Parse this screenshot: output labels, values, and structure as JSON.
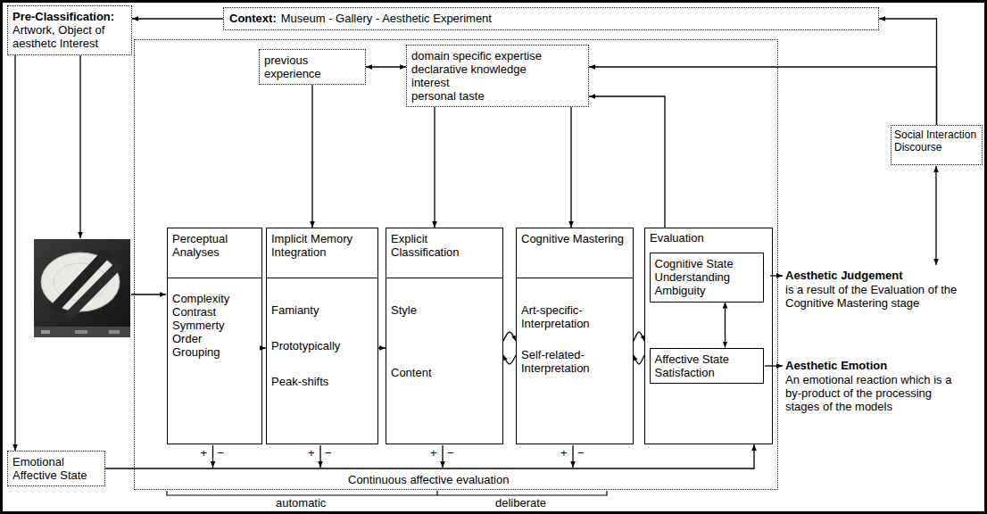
{
  "diagram": {
    "nodes": [
      {
        "text": [
          "Pre-Classification:",
          "Artwork, Object of aesthetc Interest"
        ]
      },
      {
        "text": [
          "Context:",
          "Museum - Gallery - Aesthetic Experiment"
        ]
      },
      {
        "text": [
          "Continuous affective evaluation"
        ]
      },
      {
        "text": [
          "previous experience"
        ],
        "in": 2
      },
      {
        "text": [
          "domain specific expertise",
          "declarative knowledge",
          "interest",
          "personal taste"
        ],
        "in": 2
      },
      {
        "text": [
          "Social Interaction Discourse"
        ]
      },
      {
        "text": [
          "Perceptual Analyses",
          "Complexity Contrast Symmerty Order Grouping"
        ],
        "in": 2
      },
      {
        "text": [
          "Implicit Memory Integration",
          "Famianty",
          "Prototypically",
          "Peak-shifts"
        ],
        "in": 2
      },
      {
        "text": [
          "Explicit Classification",
          "Style",
          "Content"
        ],
        "in": 2
      },
      {
        "text": [
          "Cognitive Mastering",
          "Art-specific-Interpretation",
          "Self-related-Interpretation"
        ],
        "in": 2
      },
      {
        "text": [
          "Evaluation"
        ],
        "in": 2
      },
      {
        "text": [
          "Cognitive State Understanding Ambiguity"
        ],
        "in": 10
      },
      {
        "text": [
          "Affective State Satisfaction"
        ],
        "in": 10
      },
      {
        "text": [
          "Emotional Affective State"
        ]
      }
    ],
    "edges": [
      {
        "from": 1,
        "to": 0,
        "arrow": "to"
      },
      {
        "from": 5,
        "to": 1,
        "arrow": "to"
      },
      {
        "from": 5,
        "to": 4,
        "arrow": "to"
      },
      {
        "from": 3,
        "to": 4,
        "arrow": "both"
      },
      {
        "from": 3,
        "to": 7,
        "arrow": "to"
      },
      {
        "from": 4,
        "to": 8,
        "arrow": "to"
      },
      {
        "from": 4,
        "to": 9,
        "arrow": "to"
      },
      {
        "from": 10,
        "to": 4,
        "arrow": "to"
      },
      {
        "from": 0,
        "to": 13,
        "arrow": "to"
      },
      {
        "from": 6,
        "to": 7,
        "arrow": "to"
      },
      {
        "from": 7,
        "to": 8,
        "arrow": "to"
      },
      {
        "from": 8,
        "to": 9,
        "arrow": "both"
      },
      {
        "from": 9,
        "to": 10,
        "arrow": "both"
      },
      {
        "from": 11,
        "to": 12,
        "arrow": "both"
      },
      {
        "from": 13,
        "to": 10,
        "arrow": "to"
      }
    ],
    "labels": [
      "+",
      "−",
      "+",
      "−",
      "+",
      "−",
      "+",
      "−",
      "automatic",
      "deliberate",
      "Aesthetic Judgement",
      "is a result of the Evaluation of the Cognitive Mastering stage",
      "Aesthetic Emotion",
      "An emotional reaction which is a by-product of the processing stages of the models"
    ]
  }
}
